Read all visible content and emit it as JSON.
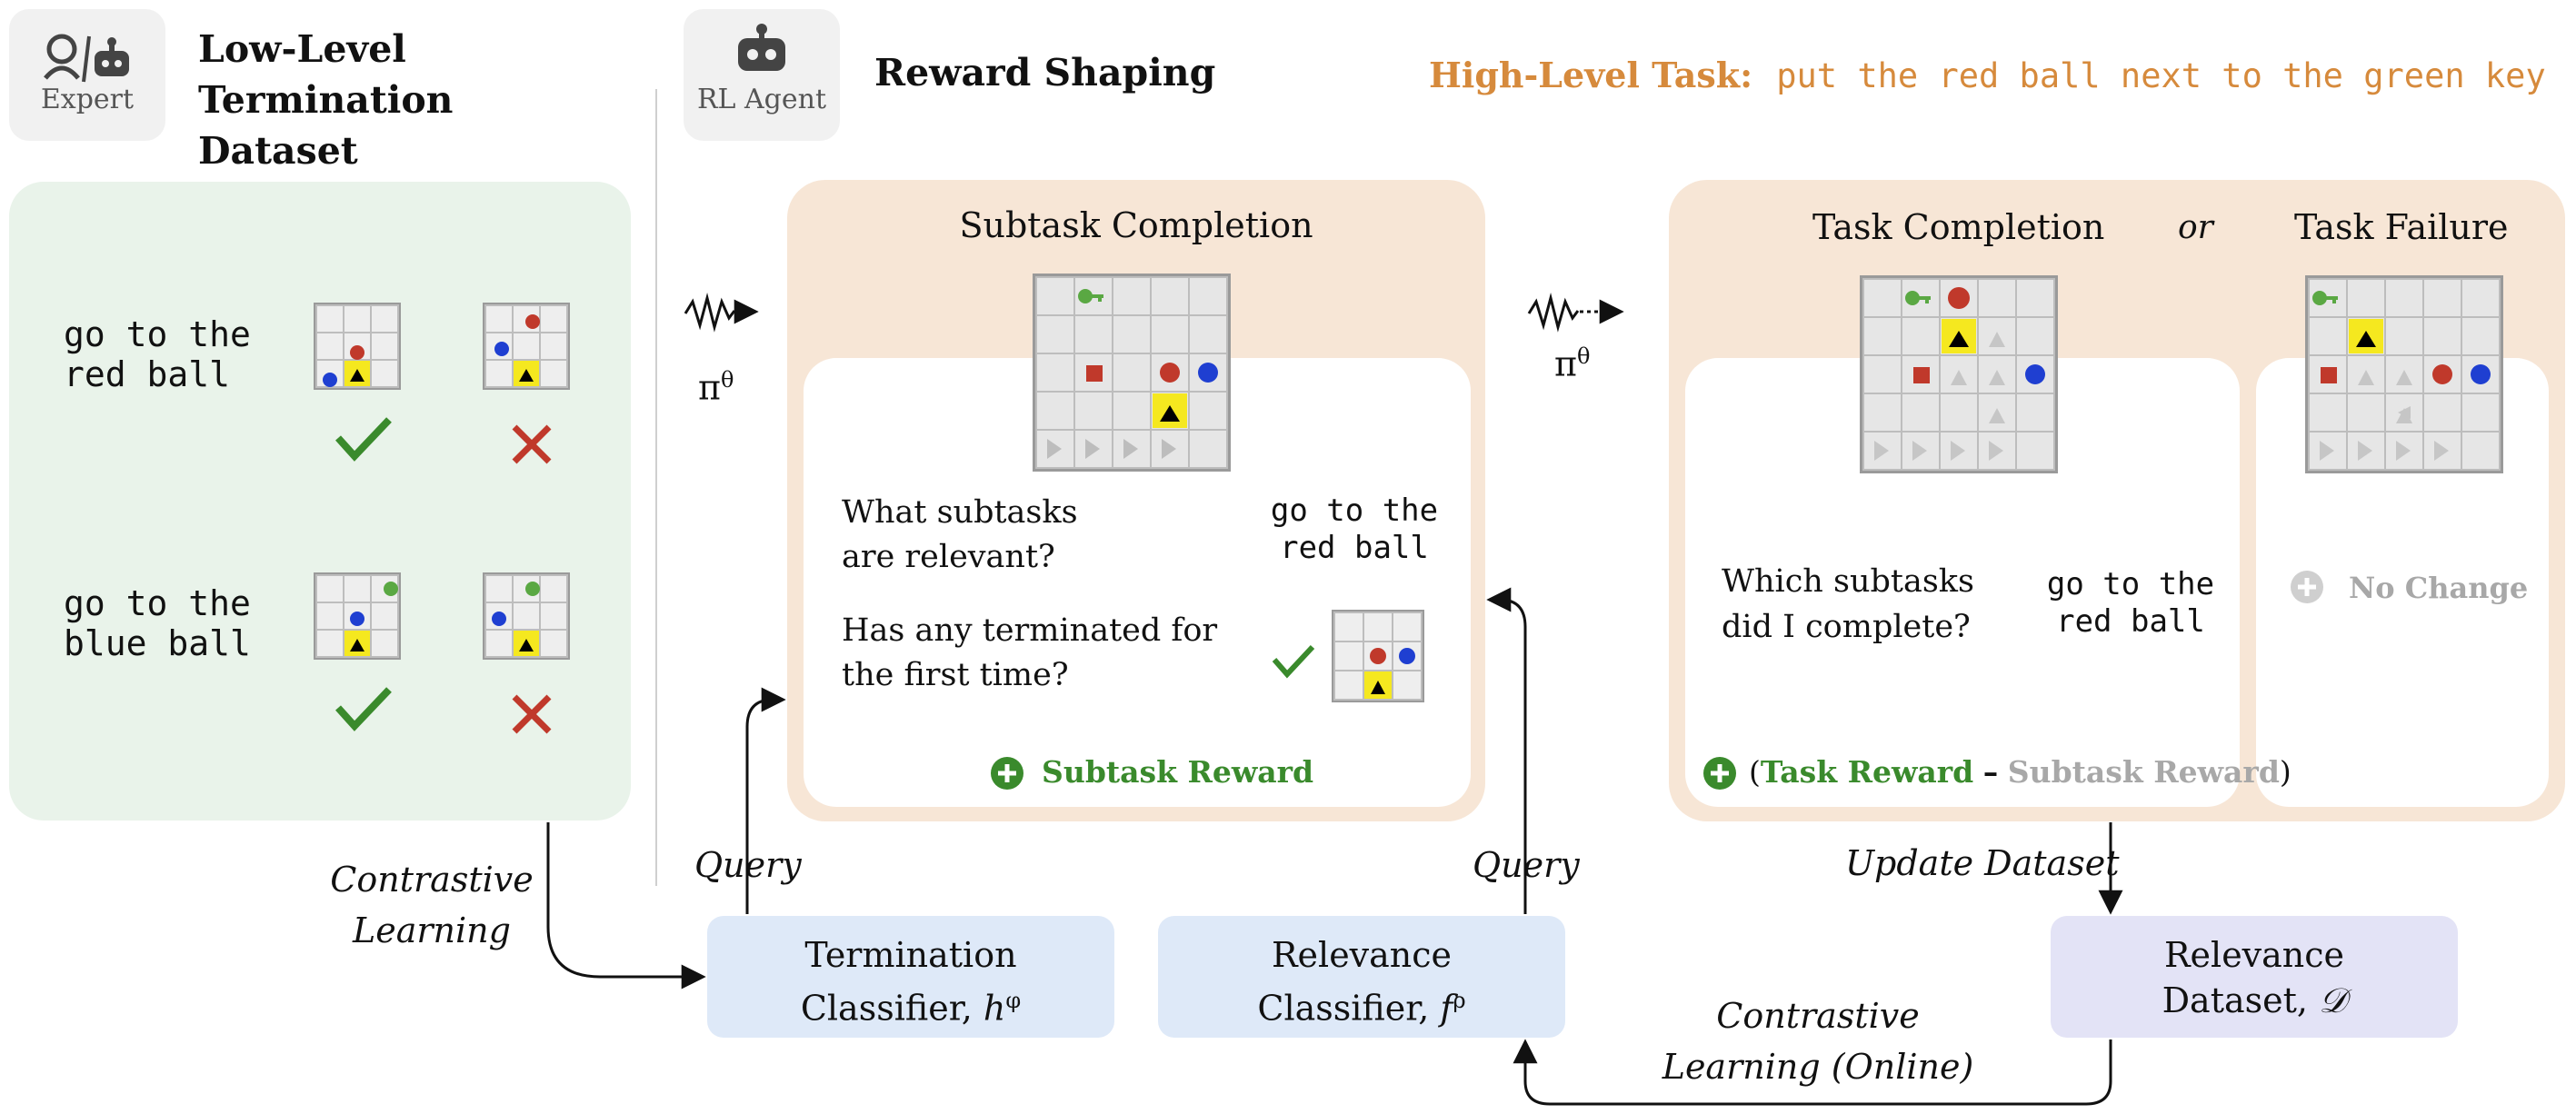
{
  "header": {
    "expert_label": "Expert",
    "dataset_title": "Low-Level Termination Dataset",
    "agent_label": "RL Agent",
    "reward_title": "Reward Shaping",
    "task_prefix": "High-Level Task:",
    "task_text": "put the red ball next to the green key"
  },
  "dataset": {
    "row1_text": "go to the red ball",
    "row2_text": "go to the blue ball"
  },
  "policy": {
    "symbol": "π",
    "superscript": "θ"
  },
  "subtask_panel": {
    "title": "Subtask Completion",
    "question1": "What subtasks are relevant?",
    "answer1": "go to the red ball",
    "question2": "Has any terminated for the first time?",
    "reward_label": "Subtask Reward"
  },
  "task_panel": {
    "title_completion": "Task Completion",
    "or_label": "or",
    "title_failure": "Task Failure",
    "question": "Which subtasks did I complete?",
    "answer": "go to the red ball",
    "reward_task": "Task Reward",
    "reward_dash": "–",
    "reward_subtask": "Subtask Reward",
    "no_change": "No Change"
  },
  "bottom": {
    "contrastive_label": "Contrastive Learning",
    "query_left": "Query",
    "query_right": "Query",
    "update_label": "Update Dataset",
    "online_label": "Contrastive Learning (Online)",
    "termination_line1": "Termination",
    "termination_line2": "Classifier,",
    "termination_symbol": "h",
    "termination_sup": "φ",
    "relevance_line1": "Relevance",
    "relevance_line2": "Classifier,",
    "relevance_symbol": "f",
    "relevance_sup": "ρ",
    "dataset_line1": "Relevance",
    "dataset_line2": "Dataset,",
    "dataset_symbol": "𝒟"
  },
  "colors": {
    "green_panel": "#e9f3ea",
    "peach_panel": "#f7e6d6",
    "blue_box": "#dee9f8",
    "purple_box": "#e3e3f6",
    "task_orange": "#d68a3c",
    "reward_green": "#3a8a2c",
    "cross_red": "#c0392b",
    "gray_text": "#a8a8a8"
  }
}
